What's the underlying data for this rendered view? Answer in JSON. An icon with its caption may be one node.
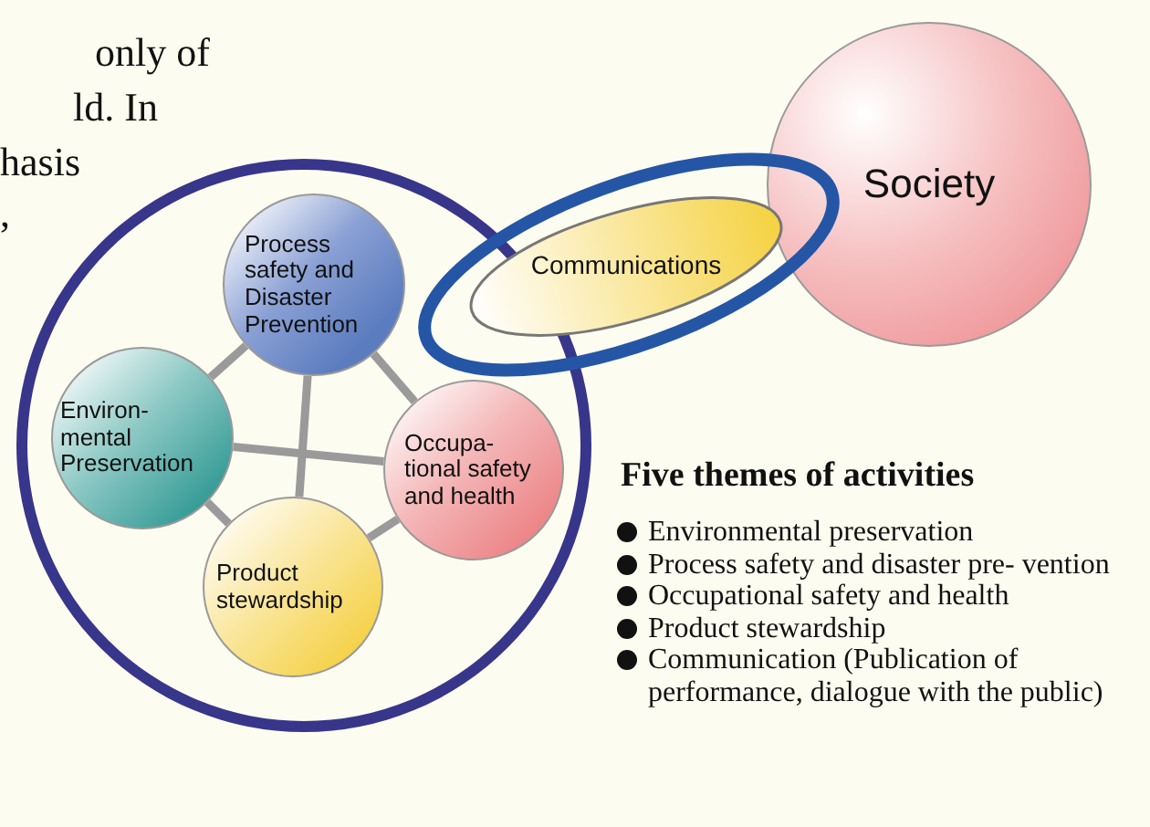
{
  "diagram": {
    "nodes": [
      {
        "text": [],
        "shape": "circle"
      },
      {
        "text": [
          "Process safety and Disaster Prevention"
        ],
        "in": 0
      },
      {
        "text": [
          "Environ- mental Preservation"
        ],
        "in": 0
      },
      {
        "text": [
          "Occupa- tional safety and health"
        ],
        "in": 0
      },
      {
        "text": [
          "Product stewardship"
        ],
        "in": 0
      },
      {
        "text": [
          "Society"
        ]
      },
      {
        "text": [],
        "shape": "ellipse"
      },
      {
        "text": [
          "Communications"
        ],
        "in": 6
      }
    ],
    "edges": [
      {
        "from": 1,
        "to": 2,
        "arrow": "none"
      },
      {
        "from": 1,
        "to": 3,
        "arrow": "none"
      },
      {
        "from": 1,
        "to": 4,
        "arrow": "none"
      },
      {
        "from": 2,
        "to": 3,
        "arrow": "none"
      },
      {
        "from": 2,
        "to": 4,
        "arrow": "none"
      },
      {
        "from": 3,
        "to": 4,
        "arrow": "none"
      }
    ],
    "labels": [
      "only of",
      "ld. In",
      "hasis",
      ",",
      "Five themes of activities",
      "Environmental preservation",
      "Process safety and disaster pre- vention",
      "Occupational safety and health",
      "Product stewardship",
      "Communication (Publication of performance, dialogue with the public)"
    ]
  }
}
